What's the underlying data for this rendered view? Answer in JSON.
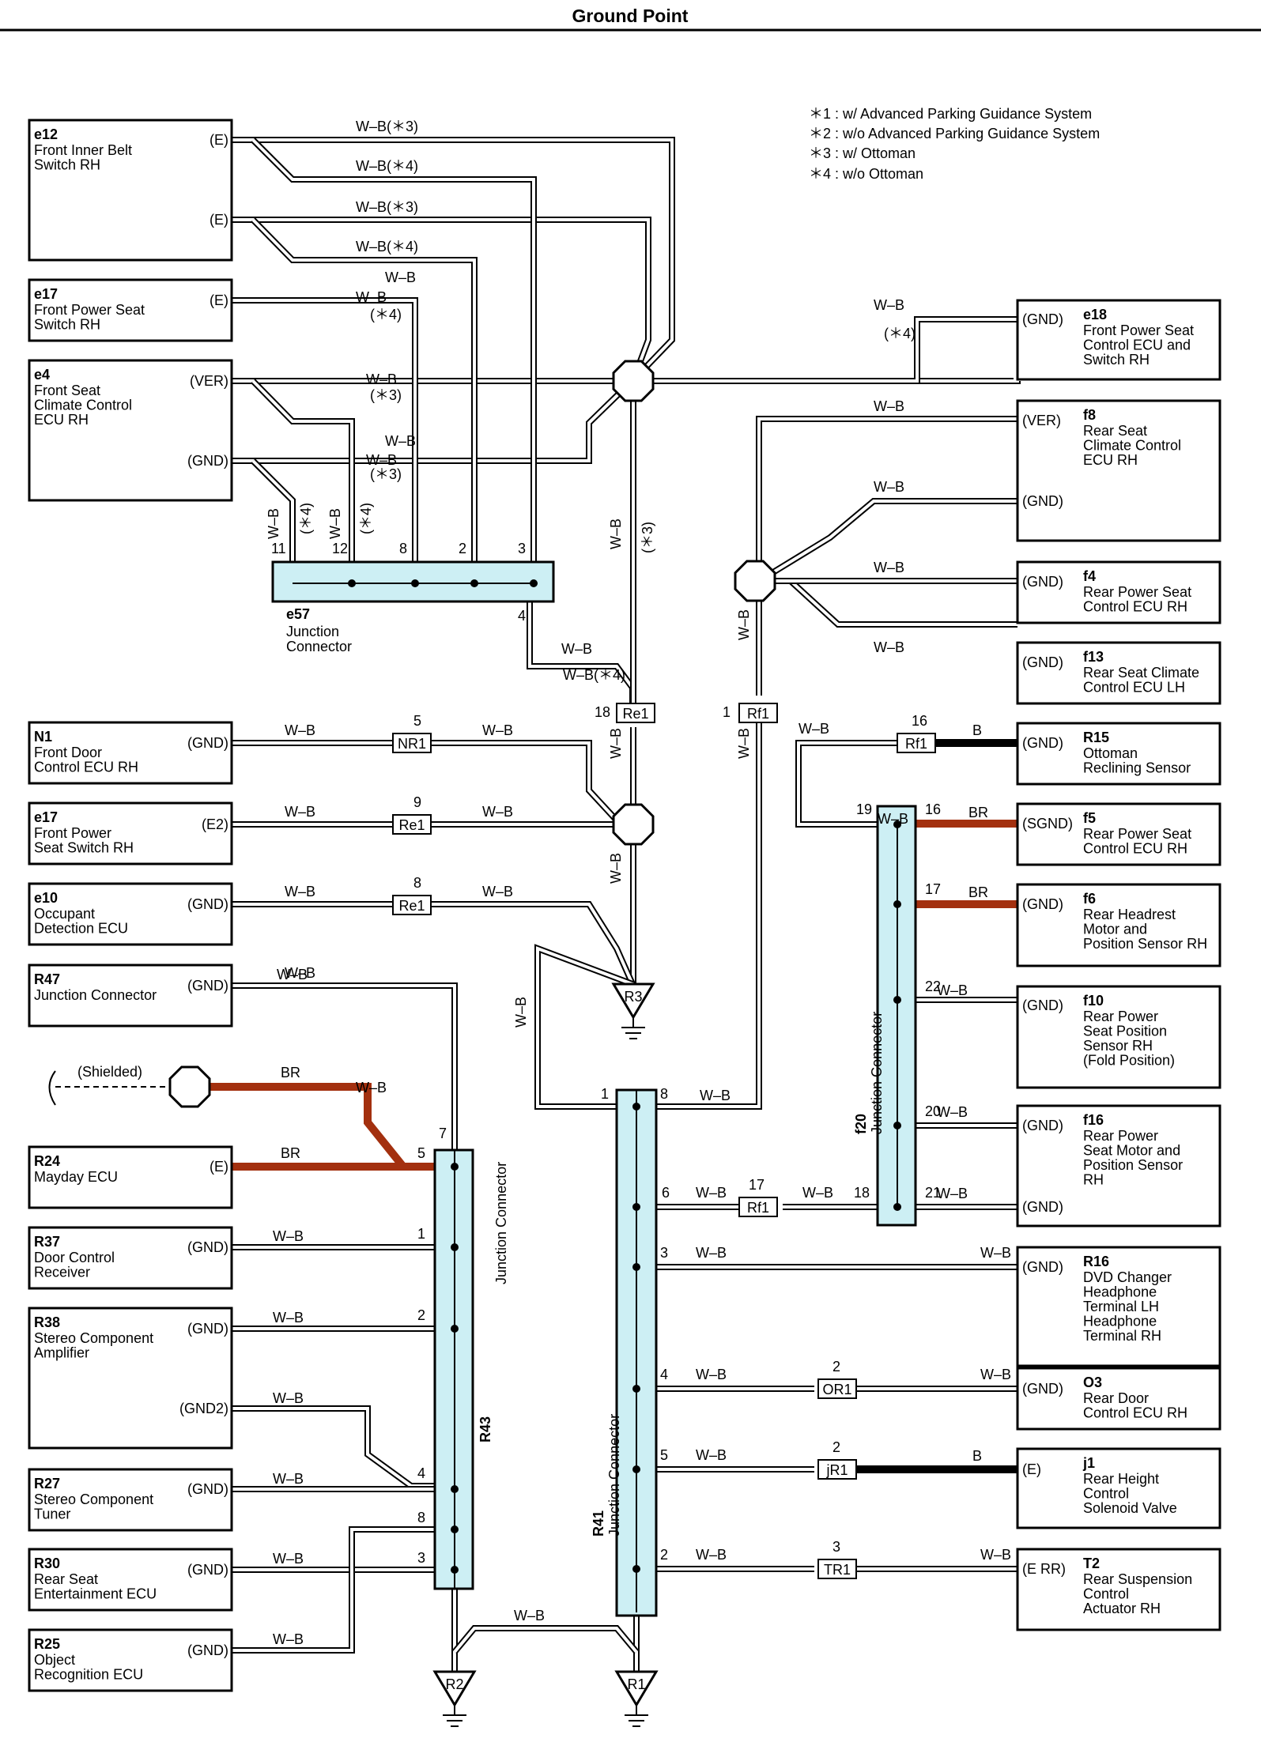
{
  "page": {
    "title": "Ground Point"
  },
  "footnotes": [
    "＊1 : w/ Advanced Parking Guidance System",
    "＊2 : w/o Advanced Parking Guidance System",
    "＊3 : w/ Ottoman",
    "＊4 : w/o Ottoman"
  ],
  "colors": {
    "wire_wb": "#000000",
    "wire_br": "#a3300f",
    "wire_b": "#000000",
    "junction_fill": "#cdeff4"
  },
  "components": [
    {
      "code": "e12",
      "name": [
        "Front Inner Belt",
        "Switch RH"
      ],
      "pins": [
        "(E)",
        "(E)"
      ]
    },
    {
      "code": "e17",
      "name": [
        "Front Power Seat",
        "Switch RH"
      ],
      "pins": [
        "(E)"
      ]
    },
    {
      "code": "e4",
      "name": [
        "Front Seat",
        "Climate Control",
        "ECU RH"
      ],
      "pins": [
        "(VER)",
        "(GND)"
      ]
    },
    {
      "code": "N1",
      "name": [
        "Front Door",
        "Control ECU RH"
      ],
      "pins": [
        "(GND)"
      ]
    },
    {
      "code": "e17",
      "name": [
        "Front Power",
        "Seat Switch RH"
      ],
      "pins": [
        "(E2)"
      ]
    },
    {
      "code": "e10",
      "name": [
        "Occupant",
        "Detection ECU"
      ],
      "pins": [
        "(GND)"
      ]
    },
    {
      "code": "R47",
      "name": [
        "Junction Connector"
      ],
      "pins": [
        "(GND)"
      ]
    },
    {
      "code": "R24",
      "name": [
        "Mayday ECU"
      ],
      "pins": [
        "(E)"
      ]
    },
    {
      "code": "R37",
      "name": [
        "Door Control",
        "Receiver"
      ],
      "pins": [
        "(GND)"
      ]
    },
    {
      "code": "R38",
      "name": [
        "Stereo Component",
        "Amplifier"
      ],
      "pins": [
        "(GND)",
        "(GND2)"
      ]
    },
    {
      "code": "R27",
      "name": [
        "Stereo Component",
        "Tuner"
      ],
      "pins": [
        "(GND)"
      ]
    },
    {
      "code": "R30",
      "name": [
        "Rear Seat",
        "Entertainment ECU"
      ],
      "pins": [
        "(GND)"
      ]
    },
    {
      "code": "R25",
      "name": [
        "Object",
        "Recognition ECU"
      ],
      "pins": [
        "(GND)"
      ]
    },
    {
      "code": "e18",
      "name": [
        "Front Power Seat",
        "Control ECU and",
        "Switch RH"
      ],
      "pins": [
        "(GND)"
      ]
    },
    {
      "code": "f8",
      "name": [
        "Rear Seat",
        "Climate Control",
        "ECU RH"
      ],
      "pins": [
        "(VER)",
        "(GND)"
      ]
    },
    {
      "code": "f4",
      "name": [
        "Rear Power Seat",
        "Control ECU RH"
      ],
      "pins": [
        "(GND)"
      ]
    },
    {
      "code": "f13",
      "name": [
        "Rear Seat Climate",
        "Control ECU LH"
      ],
      "pins": [
        "(GND)"
      ]
    },
    {
      "code": "R15",
      "name": [
        "Ottoman",
        "Reclining Sensor"
      ],
      "pins": [
        "(GND)"
      ]
    },
    {
      "code": "f5",
      "name": [
        "Rear Power Seat",
        "Control ECU RH"
      ],
      "pins": [
        "(SGND)"
      ]
    },
    {
      "code": "f6",
      "name": [
        "Rear Headrest",
        "Motor and",
        "Position Sensor RH"
      ],
      "pins": [
        "(GND)"
      ]
    },
    {
      "code": "f10",
      "name": [
        "Rear Power",
        "Seat Position",
        "Sensor RH",
        "(Fold Position)"
      ],
      "pins": [
        "(GND)"
      ]
    },
    {
      "code": "f16",
      "name": [
        "Rear Power",
        "Seat Motor and",
        "Position Sensor",
        "RH"
      ],
      "pins": [
        "(GND)",
        "(GND)"
      ]
    },
    {
      "code": "R16",
      "name": [
        "DVD Changer",
        "Headphone",
        "Terminal LH",
        "Headphone",
        "Terminal RH"
      ],
      "pins": [
        "(GND)"
      ]
    },
    {
      "code": "O3",
      "name": [
        "Rear Door",
        "Control ECU RH"
      ],
      "pins": [
        "(GND)"
      ]
    },
    {
      "code": "j1",
      "name": [
        "Rear Height",
        "Control",
        "Solenoid Valve"
      ],
      "pins": [
        "(E)"
      ]
    },
    {
      "code": "T2",
      "name": [
        "Rear Suspension",
        "Control",
        "Actuator RH"
      ],
      "pins": [
        "(E RR)"
      ]
    }
  ],
  "junctions": [
    {
      "code": "e57",
      "name": [
        "Junction",
        "Connector"
      ]
    },
    {
      "code": "R43",
      "name": "Junction Connector"
    },
    {
      "code": "R41",
      "name": "Junction Connector"
    },
    {
      "code": "f20",
      "name": "Junction Connector"
    }
  ],
  "connectors": [
    "Re1",
    "Rf1",
    "NR1",
    "Re1",
    "Re1",
    "Rf1",
    "Rf1",
    "OR1",
    "jR1",
    "TR1"
  ],
  "grounds": [
    "R3",
    "R2",
    "R1"
  ],
  "wire_colors": [
    "W–B",
    "BR",
    "B"
  ],
  "wire_notes": [
    "W–B(＊3)",
    "W–B(＊4)",
    "W–B(＊3)",
    "W–B(＊4)",
    "(＊4)",
    "(＊3)",
    "(＊3)",
    "(＊4)",
    "(＊3)",
    "(＊4)",
    "(＊4)",
    "(＊3)"
  ],
  "shield_label": "(Shielded)",
  "pin_numbers": [
    "11",
    "12",
    "8",
    "2",
    "3",
    "4",
    "18",
    "1",
    "5",
    "9",
    "8",
    "16",
    "19",
    "16",
    "17",
    "22",
    "20",
    "21",
    "18",
    "17",
    "6",
    "1",
    "8",
    "3",
    "4",
    "5",
    "2",
    "2",
    "2",
    "3",
    "7",
    "5",
    "1",
    "2",
    "4",
    "8",
    "3"
  ]
}
